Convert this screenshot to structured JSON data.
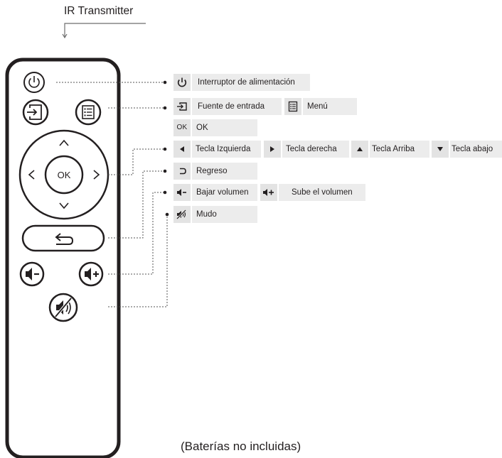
{
  "header": {
    "transmitter_label": "IR Transmitter"
  },
  "remote": {
    "ok_label": "OK",
    "buttons": [
      "power",
      "source",
      "menu",
      "up",
      "down",
      "left",
      "right",
      "ok",
      "return",
      "volume-down",
      "volume-up",
      "mute"
    ]
  },
  "legend": {
    "power": "Interruptor de alimentación",
    "source": "Fuente de entrada",
    "menu": "Menú",
    "ok_icon": "OK",
    "ok": "OK",
    "left": "Tecla Izquierda",
    "right": "Tecla derecha",
    "up": "Tecla Arriba",
    "down": "Tecla abajo",
    "return": "Regreso",
    "vol_down": "Bajar volumen",
    "vol_up": "Sube el volumen",
    "mute": "Mudo"
  },
  "footer": {
    "note": "(Baterías no incluidas)"
  },
  "colors": {
    "ink": "#231f20",
    "label_bg": "#ececec",
    "icon_bg": "#e3e3e3",
    "leader": "#555555"
  }
}
